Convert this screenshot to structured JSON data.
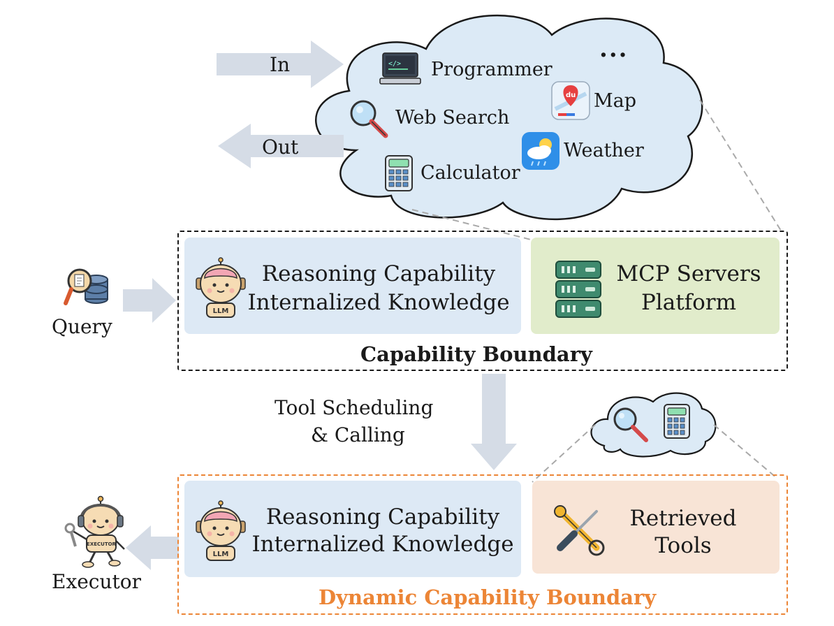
{
  "cloud": {
    "in_label": "In",
    "out_label": "Out",
    "ellipsis": "...",
    "tools": {
      "programmer": "Programmer",
      "map": "Map",
      "web_search": "Web Search",
      "weather": "Weather",
      "calculator": "Calculator"
    }
  },
  "query_label": "Query",
  "executor_label": "Executor",
  "capability": {
    "llm_line1": "Reasoning Capability",
    "llm_line2": "Internalized Knowledge",
    "mcp_line1": "MCP Servers",
    "mcp_line2": "Platform",
    "boundary_label": "Capability Boundary"
  },
  "scheduling": {
    "line1": "Tool Scheduling",
    "line2": "& Calling"
  },
  "dynamic": {
    "llm_line1": "Reasoning Capability",
    "llm_line2": "Internalized Knowledge",
    "retrieved_line1": "Retrieved",
    "retrieved_line2": "Tools",
    "boundary_label": "Dynamic Capability Boundary"
  },
  "badges": {
    "llm": "LLM",
    "map_logo": "du",
    "executor_badge": "EXECUTOR"
  },
  "colors": {
    "cloud_fill": "#dceaf6",
    "arrow": "#d5dce6",
    "llm_box": "#dde9f5",
    "mcp_box": "#e1eccb",
    "retrieved_box": "#f8e4d6",
    "orange": "#ec8536"
  }
}
